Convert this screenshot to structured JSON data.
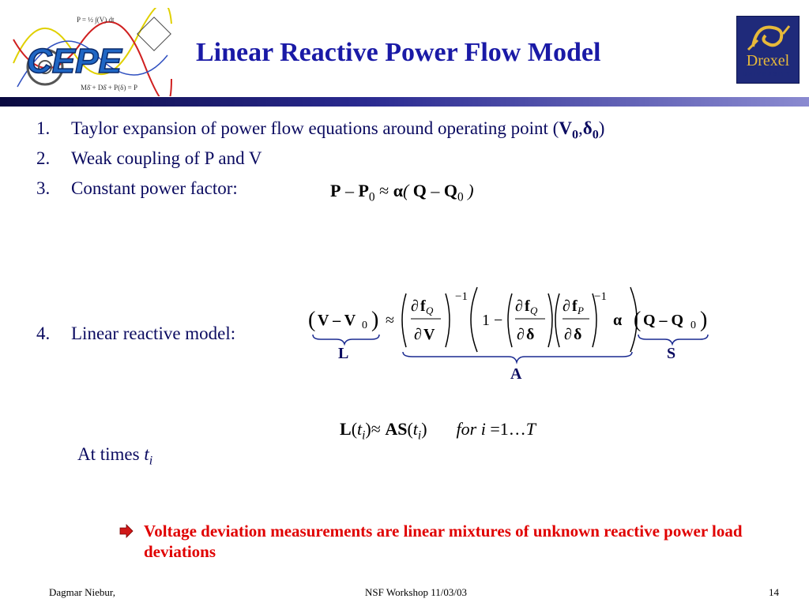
{
  "header": {
    "title": "Linear Reactive Power Flow Model",
    "left_logo_text": "CEPE",
    "right_logo": {
      "name": "Drexel",
      "subtitle": "UNIVERSITY"
    }
  },
  "list": [
    {
      "num": "1.",
      "text": "Taylor expansion of power flow equations around operating point (",
      "tail": ")"
    },
    {
      "num": "2.",
      "text": "Weak coupling of P and V"
    },
    {
      "num": "3.",
      "text": "Constant power factor:"
    },
    {
      "num": "4.",
      "text": "Linear reactive model:"
    }
  ],
  "at_times": "At times ",
  "note": "Voltage deviation measurements are linear mixtures of unknown reactive power load deviations",
  "footer": {
    "left": "Dagmar Niebur,",
    "center": "NSF Workshop 11/03/03",
    "right": "14"
  },
  "colors": {
    "title": "#1a1aa6",
    "note": "#e00000",
    "bar_start": "#0a0a40",
    "bar_end": "#8a8ad0"
  }
}
